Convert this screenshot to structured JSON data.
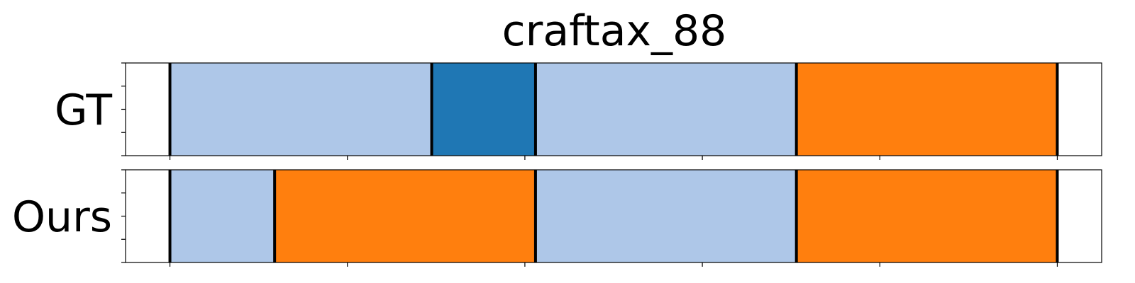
{
  "chart_data": {
    "type": "bar",
    "title": "craftax_88",
    "x_range": [
      -0.5,
      10.5
    ],
    "rows": [
      {
        "label": "GT",
        "segments": [
          {
            "start": 0,
            "end": 2.95,
            "color": "#aec7e8"
          },
          {
            "start": 2.95,
            "end": 4.12,
            "color": "#1f77b4"
          },
          {
            "start": 4.12,
            "end": 7.06,
            "color": "#aec7e8"
          },
          {
            "start": 7.06,
            "end": 10,
            "color": "#ff7f0e"
          }
        ],
        "boundaries": [
          0,
          2.95,
          4.12,
          7.06,
          10
        ]
      },
      {
        "label": "Ours",
        "segments": [
          {
            "start": 0,
            "end": 1.18,
            "color": "#aec7e8"
          },
          {
            "start": 1.18,
            "end": 4.12,
            "color": "#ff7f0e"
          },
          {
            "start": 4.12,
            "end": 7.06,
            "color": "#aec7e8"
          },
          {
            "start": 7.06,
            "end": 10,
            "color": "#ff7f0e"
          }
        ],
        "boundaries": [
          0,
          1.18,
          4.12,
          7.06,
          10
        ]
      }
    ],
    "x_ticks": [
      0,
      2,
      4,
      6,
      8,
      10
    ],
    "y_ticks": [
      0,
      0.25,
      0.5,
      0.75,
      1.0
    ],
    "grid": false
  }
}
